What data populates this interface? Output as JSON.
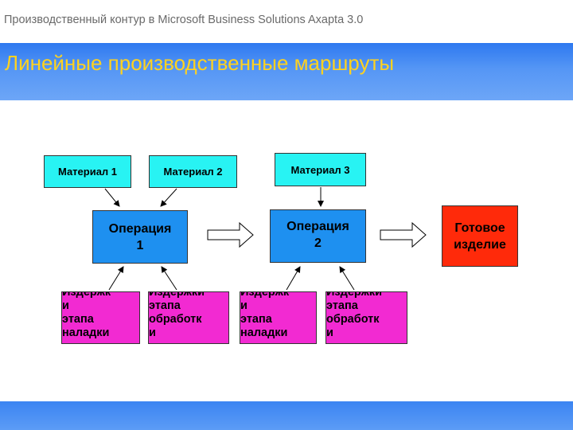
{
  "header": {
    "subtitle": "Производственный контур в Microsoft Business Solutions Axapta 3.0",
    "title": "Линейные производственные маршруты"
  },
  "diagram": {
    "material_1": "Материал 1",
    "material_2": "Материал 2",
    "material_3": "Материал 3",
    "operation_1": [
      "Операция",
      "1"
    ],
    "operation_2": [
      "Операция",
      "2"
    ],
    "finished_product": [
      "Готовое",
      "изделие"
    ],
    "setup_cost_1": [
      "Издержк",
      "и",
      "этапа",
      "наладки"
    ],
    "processing_cost_1": [
      "Издержки",
      "этапа",
      "обработк",
      "и"
    ],
    "setup_cost_2": [
      "Издержк",
      "и",
      "этапа",
      "наладки"
    ],
    "processing_cost_2": [
      "Издержки",
      "этапа",
      "обработк",
      "и"
    ]
  },
  "colors": {
    "material": "#28f3f3",
    "operation": "#1e90f0",
    "cost": "#f22ad2",
    "product": "#ff2a0a",
    "title_text": "#ffd21f",
    "band": "#5596f5"
  }
}
